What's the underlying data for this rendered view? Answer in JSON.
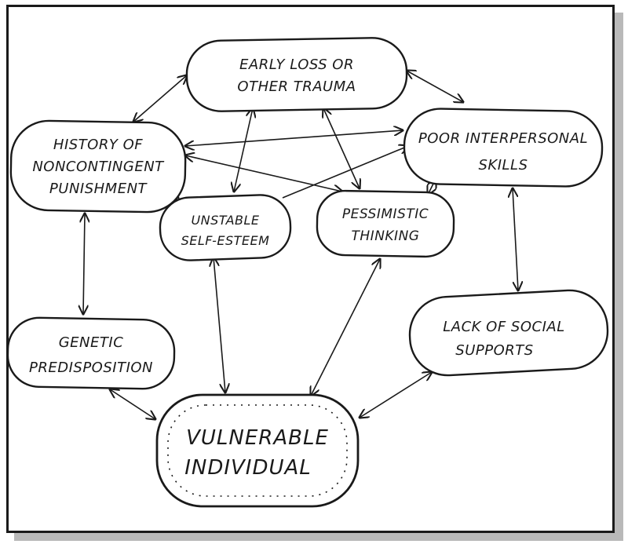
{
  "nodes": {
    "early_loss": {
      "line1": "EARLY LOSS OR",
      "line2": "OTHER TRAUMA"
    },
    "history": {
      "line1": "HISTORY OF",
      "line2": "NONCONTINGENT",
      "line3": "PUNISHMENT"
    },
    "poor_skills": {
      "line1": "POOR INTERPERSONAL",
      "line2": "SKILLS"
    },
    "unstable": {
      "line1": "UNSTABLE",
      "line2": "SELF-ESTEEM"
    },
    "pessimistic": {
      "line1": "PESSIMISTIC",
      "line2": "THINKING"
    },
    "genetic": {
      "line1": "GENETIC",
      "line2": "PREDISPOSITION"
    },
    "lack_support": {
      "line1": "LACK OF SOCIAL",
      "line2": "SUPPORTS"
    },
    "vulnerable": {
      "line1": "VULNERABLE",
      "line2": "INDIVIDUAL"
    }
  }
}
